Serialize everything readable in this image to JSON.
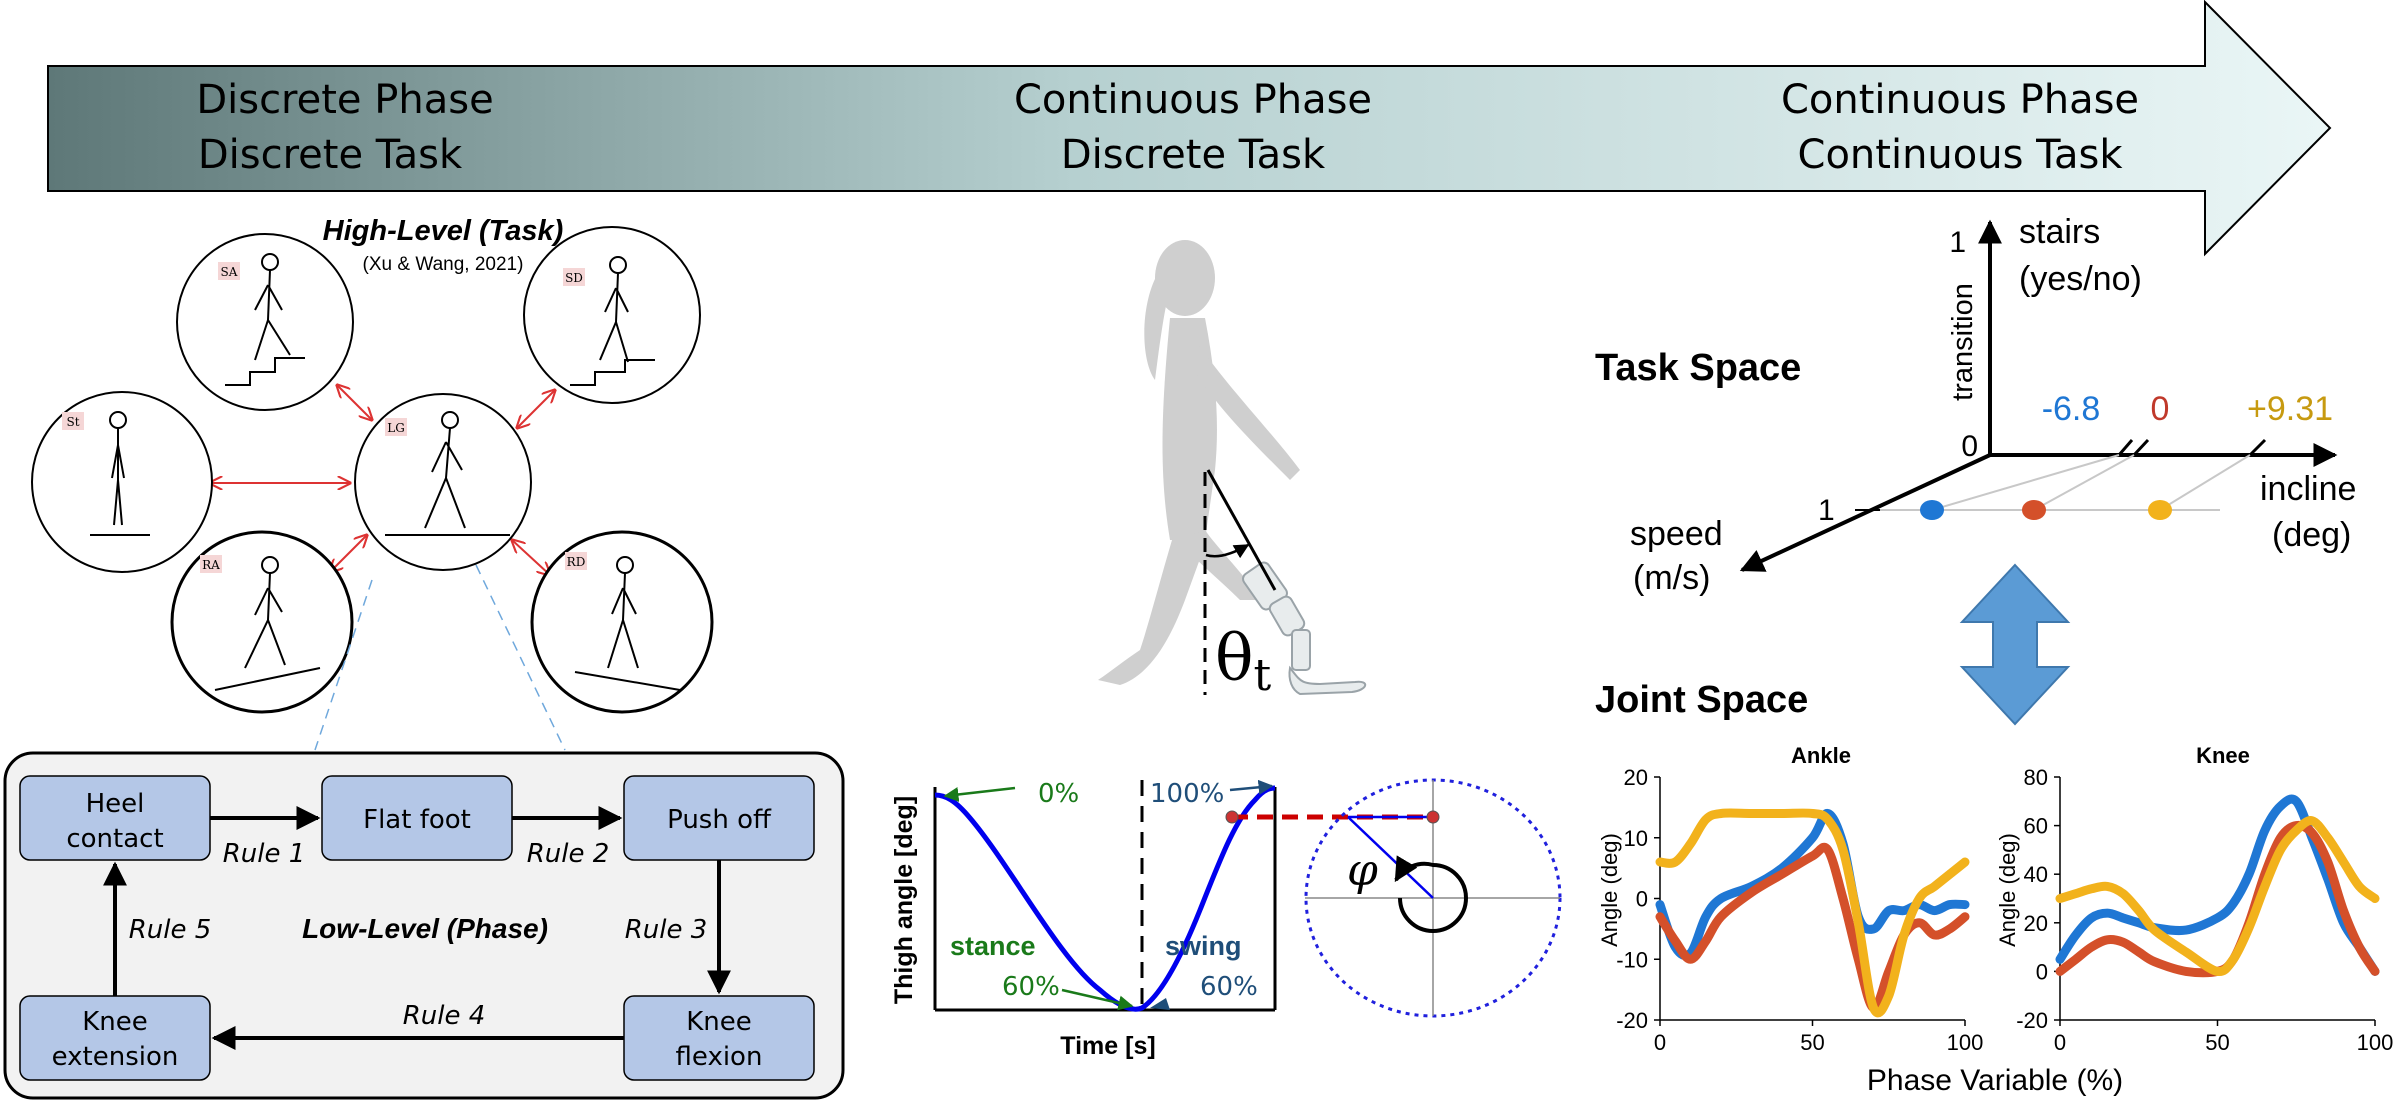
{
  "banner": {
    "col1": {
      "line1": "Discrete Phase",
      "line2": "Discrete Task"
    },
    "col2": {
      "line1_a": "Continuous",
      "line1_b": " Phase",
      "line2": "Discrete Task"
    },
    "col3": {
      "line1_a": "Continuous",
      "line1_b": " Phase",
      "line2_a": "Continuous",
      "line2_b": " Task"
    }
  },
  "highlevel": {
    "title": "High-Level (Task)",
    "citation": "(Xu & Wang, 2021)",
    "modes": [
      "SA",
      "SD",
      "St",
      "LG",
      "RA",
      "RD"
    ]
  },
  "lowlevel": {
    "title": "Low-Level (Phase)",
    "states": {
      "heel": [
        "Heel",
        "contact"
      ],
      "flat": "Flat foot",
      "push": "Push off",
      "kneeflex": [
        "Knee",
        "flexion"
      ],
      "kneeext": [
        "Knee",
        "extension"
      ]
    },
    "rules": [
      "Rule 1",
      "Rule 2",
      "Rule 3",
      "Rule 4",
      "Rule 5"
    ]
  },
  "walker": {
    "angle_symbol": "θ",
    "angle_sub": "t"
  },
  "thigh": {
    "ylabel": "Thigh angle [deg]",
    "xlabel": "Time [s]",
    "labels": {
      "p0": "0%",
      "p100": "100%",
      "stance": "stance",
      "swing": "swing",
      "p60a": "60%",
      "p60b": "60%"
    },
    "phi": "φ"
  },
  "taskspace": {
    "title": "Task Space",
    "ylabel": "transition",
    "y_ticks": [
      "1",
      "0"
    ],
    "stairs": [
      "stairs",
      "(yes/no)"
    ],
    "incline": [
      "incline",
      "(deg)"
    ],
    "speed": [
      "speed",
      "(m/s)"
    ],
    "speed_tick": "1",
    "incline_values": [
      "-6.8",
      "0",
      "+9.31"
    ],
    "colors": {
      "blue": "#1f77d4",
      "red": "#c0392b",
      "gold": "#c79a10"
    }
  },
  "jointspace": {
    "title": "Joint Space"
  },
  "chart_data": [
    {
      "type": "line",
      "title": "Ankle",
      "xlabel": "",
      "ylabel": "Angle (deg)",
      "xlim": [
        0,
        100
      ],
      "ylim": [
        -20,
        20
      ],
      "x_ticks": [
        0,
        50,
        100
      ],
      "y_ticks": [
        20,
        10,
        0,
        -10,
        -20
      ],
      "x": [
        0,
        5,
        10,
        15,
        20,
        30,
        40,
        50,
        55,
        60,
        65,
        70,
        75,
        80,
        85,
        90,
        95,
        100
      ],
      "series": [
        {
          "color": "#1f77d4",
          "values": [
            -1,
            -8,
            -9,
            -3,
            0,
            2,
            5,
            10,
            14,
            9,
            -3,
            -5,
            -2,
            -2,
            -1,
            -2,
            -1,
            -1
          ]
        },
        {
          "color": "#d4502a",
          "values": [
            -3,
            -7,
            -10,
            -7,
            -3,
            1,
            4,
            7,
            8,
            0,
            -10,
            -18,
            -12,
            -6,
            -4,
            -6,
            -5,
            -3
          ]
        },
        {
          "color": "#f2b21c",
          "values": [
            6,
            6,
            9,
            13,
            14,
            14,
            14,
            14,
            13,
            8,
            -4,
            -18,
            -16,
            -6,
            0,
            2,
            4,
            6
          ]
        }
      ]
    },
    {
      "type": "line",
      "title": "Knee",
      "xlabel": "Phase Variable (%)",
      "ylabel": "Angle (deg)",
      "xlim": [
        0,
        100
      ],
      "ylim": [
        -20,
        80
      ],
      "x_ticks": [
        0,
        50,
        100
      ],
      "y_ticks": [
        80,
        60,
        40,
        20,
        0,
        -20
      ],
      "x": [
        0,
        5,
        10,
        15,
        20,
        25,
        30,
        40,
        50,
        55,
        60,
        65,
        70,
        75,
        80,
        85,
        90,
        95,
        100
      ],
      "series": [
        {
          "color": "#1f77d4",
          "values": [
            5,
            15,
            22,
            24,
            22,
            20,
            18,
            17,
            22,
            28,
            40,
            58,
            68,
            70,
            55,
            38,
            20,
            10,
            0
          ]
        },
        {
          "color": "#d4502a",
          "values": [
            0,
            5,
            10,
            13,
            12,
            8,
            4,
            0,
            0,
            5,
            20,
            40,
            55,
            60,
            57,
            45,
            25,
            10,
            0
          ]
        },
        {
          "color": "#f2b21c",
          "values": [
            30,
            32,
            34,
            35,
            32,
            25,
            17,
            8,
            0,
            5,
            18,
            35,
            50,
            58,
            62,
            55,
            45,
            35,
            30
          ]
        }
      ]
    }
  ]
}
